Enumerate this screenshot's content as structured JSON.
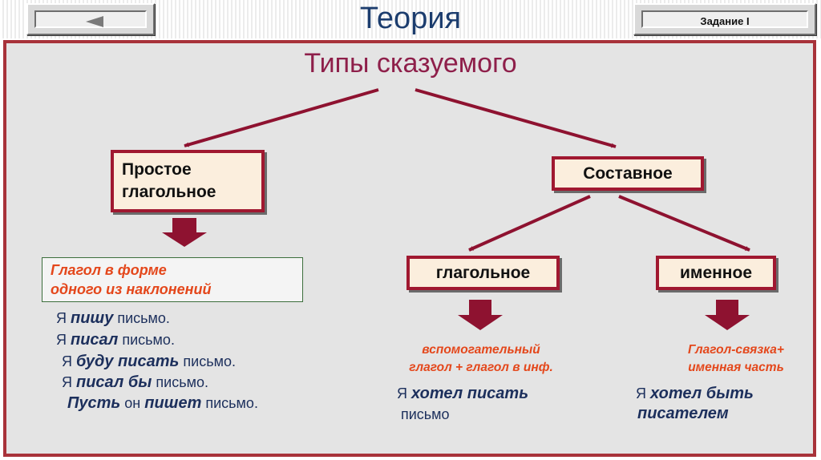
{
  "header": {
    "title": "Теория",
    "task_button_label": "Задание I"
  },
  "diagram": {
    "title": "Типы сказуемого",
    "simple": {
      "line1": "Простое",
      "line2": "глагольное",
      "definition_line1": "Глагол в форме",
      "definition_line2": "одного из наклонений",
      "examples": [
        {
          "pre": "Я ",
          "verb": "пишу",
          "post": " письмо."
        },
        {
          "pre": "Я ",
          "verb": "писал",
          "post": " письмо."
        },
        {
          "pre": "Я ",
          "verb": "буду писать",
          "post": " письмо."
        },
        {
          "pre": "Я ",
          "verb": "писал бы",
          "post": " письмо."
        },
        {
          "pre": "",
          "verb": "Пусть",
          "mid": " он ",
          "verb2": "пишет",
          "post": " письмо."
        }
      ]
    },
    "compound": {
      "label": "Составное",
      "verbal": {
        "label": "глагольное",
        "definition_line1": "вспомогательный",
        "definition_line2": "глагол + глагол в инф.",
        "example_pre": "Я ",
        "example_verb": "хотел писать",
        "example_post": "письмо"
      },
      "nominal": {
        "label": "именное",
        "definition_line1": "Глагол-связка+",
        "definition_line2": "именная часть",
        "example_pre": "Я ",
        "example_line1": "хотел быть",
        "example_line2": "писателем"
      }
    }
  },
  "colors": {
    "frame": "#a8323a",
    "arrow": "#8e1230",
    "title": "#8e1f4a",
    "header_title": "#1c3d6e",
    "definition": "#e4471b",
    "example": "#1c2f5c"
  },
  "icons": {
    "back": "back-triangle-icon",
    "down_arrow": "down-arrow-icon"
  }
}
